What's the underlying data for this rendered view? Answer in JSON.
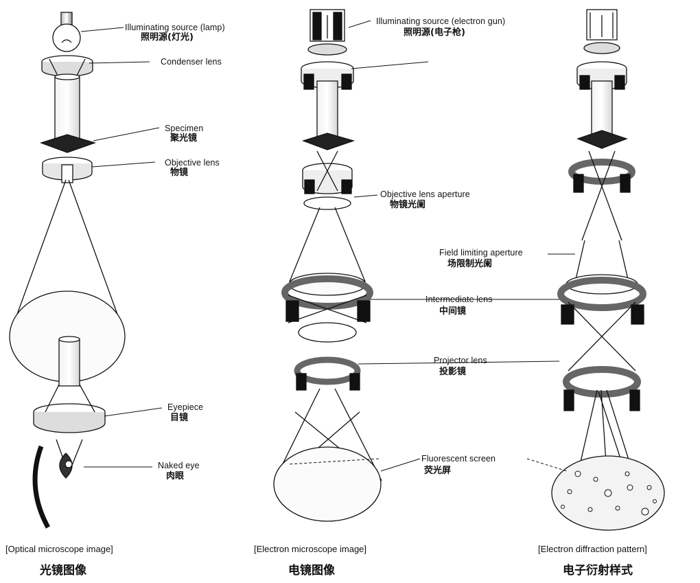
{
  "labels": {
    "illum_lamp": {
      "en": "Illuminating source (lamp)",
      "cn": "照明源(灯光)"
    },
    "condenser": {
      "en": "Condenser lens"
    },
    "specimen": {
      "en": "Specimen",
      "cn": "聚光镜"
    },
    "objective": {
      "en": "Objective lens",
      "cn": "物镜"
    },
    "eyepiece": {
      "en": "Eyepiece",
      "cn": "目镜"
    },
    "naked_eye": {
      "en": "Naked eye",
      "cn": "肉眼"
    },
    "illum_gun": {
      "en": "Illuminating source (electron gun)",
      "cn": "照明源(电子枪)"
    },
    "obj_aperture": {
      "en": "Objective lens aperture",
      "cn": "物镜光阑"
    },
    "field_aperture": {
      "en": "Field limiting aperture",
      "cn": "场限制光阑"
    },
    "intermediate": {
      "en": "Intermediate lens",
      "cn": "中间镜"
    },
    "projector": {
      "en": "Projector lens",
      "cn": "投影镜"
    },
    "screen": {
      "en": "Fluorescent screen",
      "cn": "荧光屏"
    }
  },
  "captions": {
    "optical": {
      "en": "[Optical microscope image]",
      "cn": "光镜图像"
    },
    "electron": {
      "en": "[Electron microscope image]",
      "cn": "电镜图像"
    },
    "diffraction": {
      "en": "[Electron diffraction pattern]",
      "cn": "电子衍射样式"
    }
  }
}
